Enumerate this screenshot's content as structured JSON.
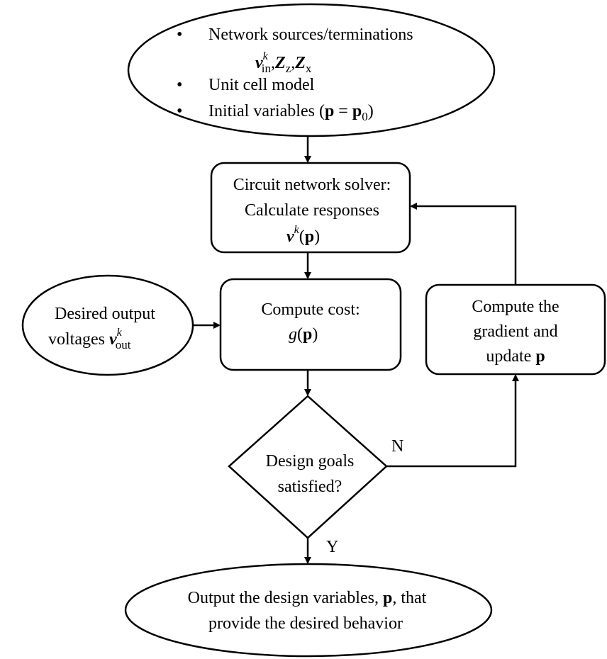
{
  "start": {
    "bullet": "•",
    "line1": "Network sources/terminations",
    "v": "v",
    "k": "k",
    "in": "in",
    "Z": "Z",
    "z": "z",
    "x": "x",
    "comma": ",",
    "line3": "Unit cell model",
    "line4_prefix": "Initial variables (",
    "p": "p",
    "equals": " = ",
    "zero": "0",
    "close_paren": ")"
  },
  "solver": {
    "line1": "Circuit network solver:",
    "line2": "Calculate responses",
    "v": "v",
    "k": "k",
    "open_paren": "(",
    "p": "p",
    "close_paren": ")"
  },
  "desired": {
    "line1": "Desired output",
    "line2_prefix": "voltages ",
    "v": "v",
    "k": "k",
    "out": "out"
  },
  "cost": {
    "line1": "Compute cost:",
    "g": "g",
    "open_paren": "(",
    "p": "p",
    "close_paren": ")"
  },
  "gradient": {
    "line1": "Compute the",
    "line2": "gradient and",
    "line3_prefix": "update ",
    "p": "p"
  },
  "decision": {
    "line1": "Design goals",
    "line2": "satisfied?",
    "no_label": "N",
    "yes_label": "Y"
  },
  "output": {
    "line1_prefix": "Output the design variables, ",
    "p": "p",
    "line1_suffix": ", that",
    "line2": "provide the desired behavior"
  }
}
